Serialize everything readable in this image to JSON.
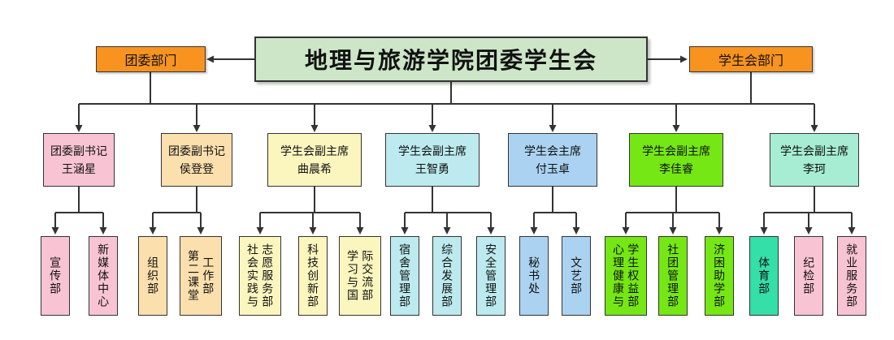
{
  "title": "地理与旅游学院团委学生会",
  "branches": {
    "left": {
      "label": "团委部门"
    },
    "right": {
      "label": "学生会部门"
    }
  },
  "leaders": [
    {
      "role": "团委副书记",
      "name": "王涵星",
      "branch": "团委部门"
    },
    {
      "role": "团委副书记",
      "name": "侯登登",
      "branch": "团委部门"
    },
    {
      "role": "学生会副主席",
      "name": "曲晨希",
      "branch": "学生会部门"
    },
    {
      "role": "学生会副主席",
      "name": "王智勇",
      "branch": "学生会部门"
    },
    {
      "role": "学生会主席",
      "name": "付玉卓",
      "branch": "学生会部门"
    },
    {
      "role": "学生会副主席",
      "name": "李佳睿",
      "branch": "学生会部门"
    },
    {
      "role": "学生会副主席",
      "name": "李珂",
      "branch": "学生会部门"
    }
  ],
  "departments": [
    {
      "name": "宣传部",
      "parent": "王涵星",
      "lines": [
        "宣传部"
      ]
    },
    {
      "name": "新媒体中心",
      "parent": "王涵星",
      "lines": [
        "新媒体中心"
      ]
    },
    {
      "name": "组织部",
      "parent": "侯登登",
      "lines": [
        "组织部"
      ]
    },
    {
      "name": "第二课堂工作部",
      "parent": "侯登登",
      "lines": [
        "第二课堂",
        "工作部"
      ]
    },
    {
      "name": "社会实践与志愿服务部",
      "parent": "曲晨希",
      "lines": [
        "社会实践与",
        "志愿服务部"
      ]
    },
    {
      "name": "科技创新部",
      "parent": "曲晨希",
      "lines": [
        "科技创新部"
      ]
    },
    {
      "name": "学习与国际交流部",
      "parent": "曲晨希",
      "lines": [
        "学习与国",
        "际交流部"
      ]
    },
    {
      "name": "宿舍管理部",
      "parent": "王智勇",
      "lines": [
        "宿舍管理部"
      ]
    },
    {
      "name": "综合发展部",
      "parent": "王智勇",
      "lines": [
        "综合发展部"
      ]
    },
    {
      "name": "安全管理部",
      "parent": "王智勇",
      "lines": [
        "安全管理部"
      ]
    },
    {
      "name": "秘书处",
      "parent": "付玉卓",
      "lines": [
        "秘书处"
      ]
    },
    {
      "name": "文艺部",
      "parent": "付玉卓",
      "lines": [
        "文艺部"
      ]
    },
    {
      "name": "心理健康与学生权益部",
      "parent": "李佳睿",
      "lines": [
        "心理健康与",
        "学生权益部"
      ]
    },
    {
      "name": "社团管理部",
      "parent": "李佳睿",
      "lines": [
        "社团管理部"
      ]
    },
    {
      "name": "济困助学部",
      "parent": "李佳睿",
      "lines": [
        "济困助学部"
      ]
    },
    {
      "name": "体育部",
      "parent": "李珂",
      "lines": [
        "体育部"
      ]
    },
    {
      "name": "纪检部",
      "parent": "李珂",
      "lines": [
        "纪检部"
      ]
    },
    {
      "name": "就业服务部",
      "parent": "李珂",
      "lines": [
        "就业服务部"
      ]
    }
  ],
  "colors": {
    "orange": "#F89320",
    "title_bg": "#CDE6C7",
    "pink": "#F8C4D4",
    "peach": "#FBDFAD",
    "yellow": "#FBF5BE",
    "cyan": "#BCEAEF",
    "blue": "#ABD3F1",
    "bright_green": "#75E714",
    "mint": "#A7EDD3",
    "teal": "#35DFA8",
    "connector": "#333333"
  }
}
